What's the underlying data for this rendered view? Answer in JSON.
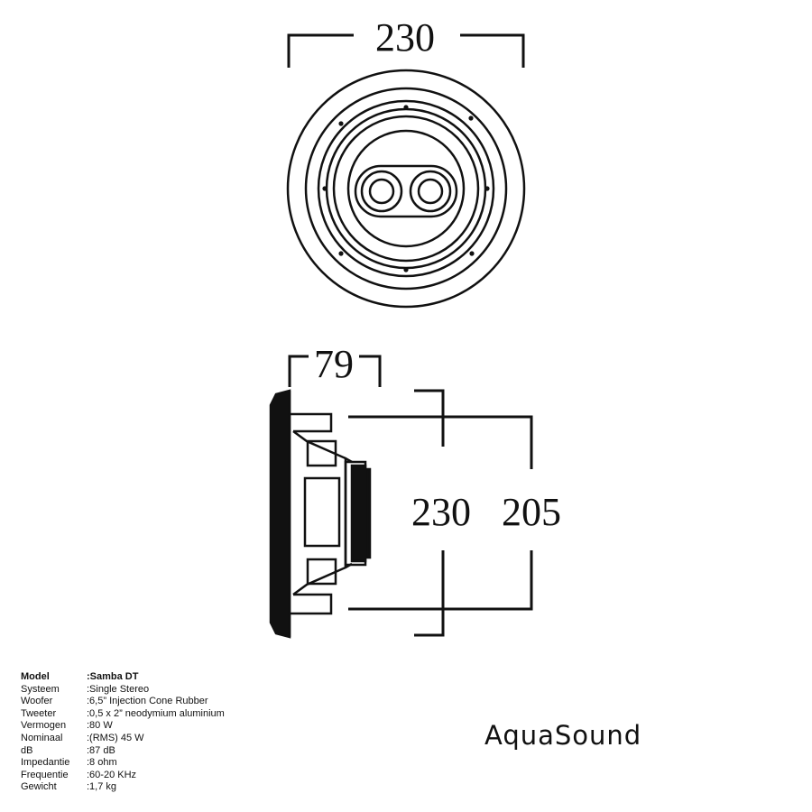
{
  "dimensions": {
    "front_width": "230",
    "side_depth": "79",
    "side_outer_diameter": "230",
    "side_cutout_diameter": "205"
  },
  "specs": [
    {
      "label": "Model",
      "value": ":Samba DT"
    },
    {
      "label": "Systeem",
      "value": ":Single Stereo"
    },
    {
      "label": "Woofer",
      "value": ":6,5” Injection Cone Rubber"
    },
    {
      "label": "Tweeter",
      "value": ":0,5 x 2” neodymium aluminium"
    },
    {
      "label": "Vermogen",
      "value": ":80 W"
    },
    {
      "label": "Nominaal",
      "value": ":(RMS) 45 W"
    },
    {
      "label": "dB",
      "value": ":87 dB"
    },
    {
      "label": "Impedantie",
      "value": ":8 ohm"
    },
    {
      "label": "Frequentie",
      "value": ":60-20 KHz"
    },
    {
      "label": "Gewicht",
      "value": ":1,7 kg"
    }
  ],
  "brand": "AquaSound"
}
